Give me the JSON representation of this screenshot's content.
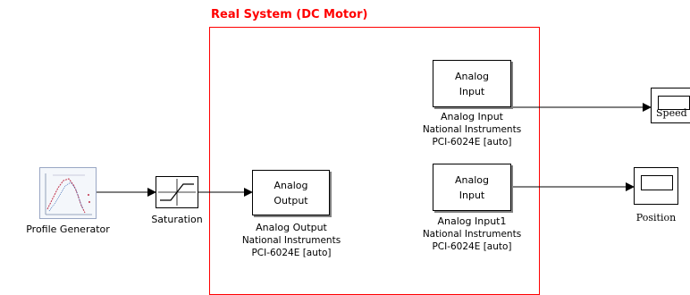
{
  "subsystem": {
    "title": "Real System (DC Motor)"
  },
  "blocks": {
    "profile_generator": {
      "label": "Profile Generator"
    },
    "saturation": {
      "label": "Saturation"
    },
    "analog_output": {
      "icon_line1": "Analog",
      "icon_line2": "Output",
      "name": "Analog Output",
      "vendor": "National Instruments",
      "device": "PCI-6024E [auto]"
    },
    "analog_input": {
      "icon_line1": "Analog",
      "icon_line2": "Input",
      "name": "Analog Input",
      "vendor": "National Instruments",
      "device": "PCI-6024E [auto]"
    },
    "analog_input1": {
      "icon_line1": "Analog",
      "icon_line2": "Input",
      "name": "Analog Input1",
      "vendor": "National Instruments",
      "device": "PCI-6024E [auto]"
    },
    "speed_scope": {
      "label": "Speed"
    },
    "position_scope": {
      "label": "Position"
    }
  },
  "colors": {
    "subsystem_border": "#ff0000",
    "subsystem_title": "#ff0000",
    "wire": "#000000"
  }
}
